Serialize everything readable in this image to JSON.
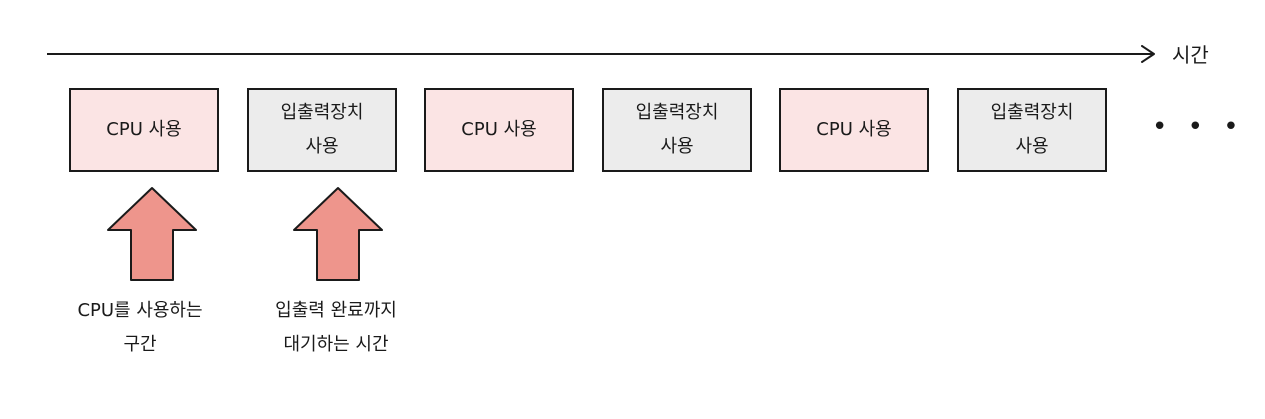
{
  "timeline": {
    "label": "시간"
  },
  "boxes": [
    {
      "label": "CPU 사용",
      "kind": "cpu"
    },
    {
      "label": "입출력장치\n사용",
      "kind": "io"
    },
    {
      "label": "CPU 사용",
      "kind": "cpu"
    },
    {
      "label": "입출력장치\n사용",
      "kind": "io"
    },
    {
      "label": "CPU 사용",
      "kind": "cpu"
    },
    {
      "label": "입출력장치\n사용",
      "kind": "io"
    }
  ],
  "ellipsis": "• • •",
  "annotations": [
    {
      "text": "CPU를 사용하는\n구간"
    },
    {
      "text": "입출력 완료까지\n대기하는 시간"
    }
  ],
  "colors": {
    "cpu_fill": "#fbe4e4",
    "io_fill": "#ececec",
    "arrow_fill": "#ee958c",
    "stroke": "#1a1a1a"
  }
}
